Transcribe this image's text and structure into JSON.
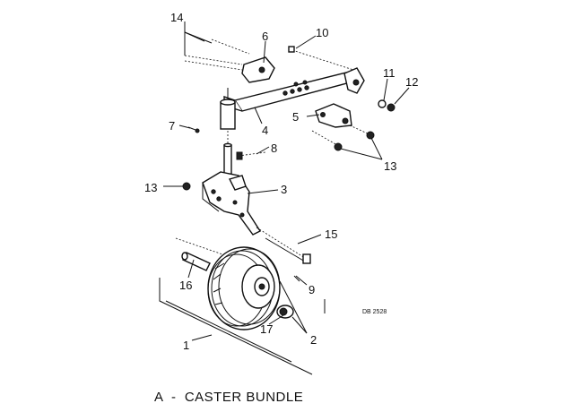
{
  "caption": "A  -  CASTER BUNDLE",
  "drawing_code": "DB 2528",
  "callouts": {
    "c1": "1",
    "c2": "2",
    "c3": "3",
    "c4": "4",
    "c5": "5",
    "c6": "6",
    "c7": "7",
    "c8": "8",
    "c9": "9",
    "c10": "10",
    "c11": "11",
    "c12": "12",
    "c13a": "13",
    "c13b": "13",
    "c14": "14",
    "c15": "15",
    "c16": "16",
    "c17": "17"
  }
}
